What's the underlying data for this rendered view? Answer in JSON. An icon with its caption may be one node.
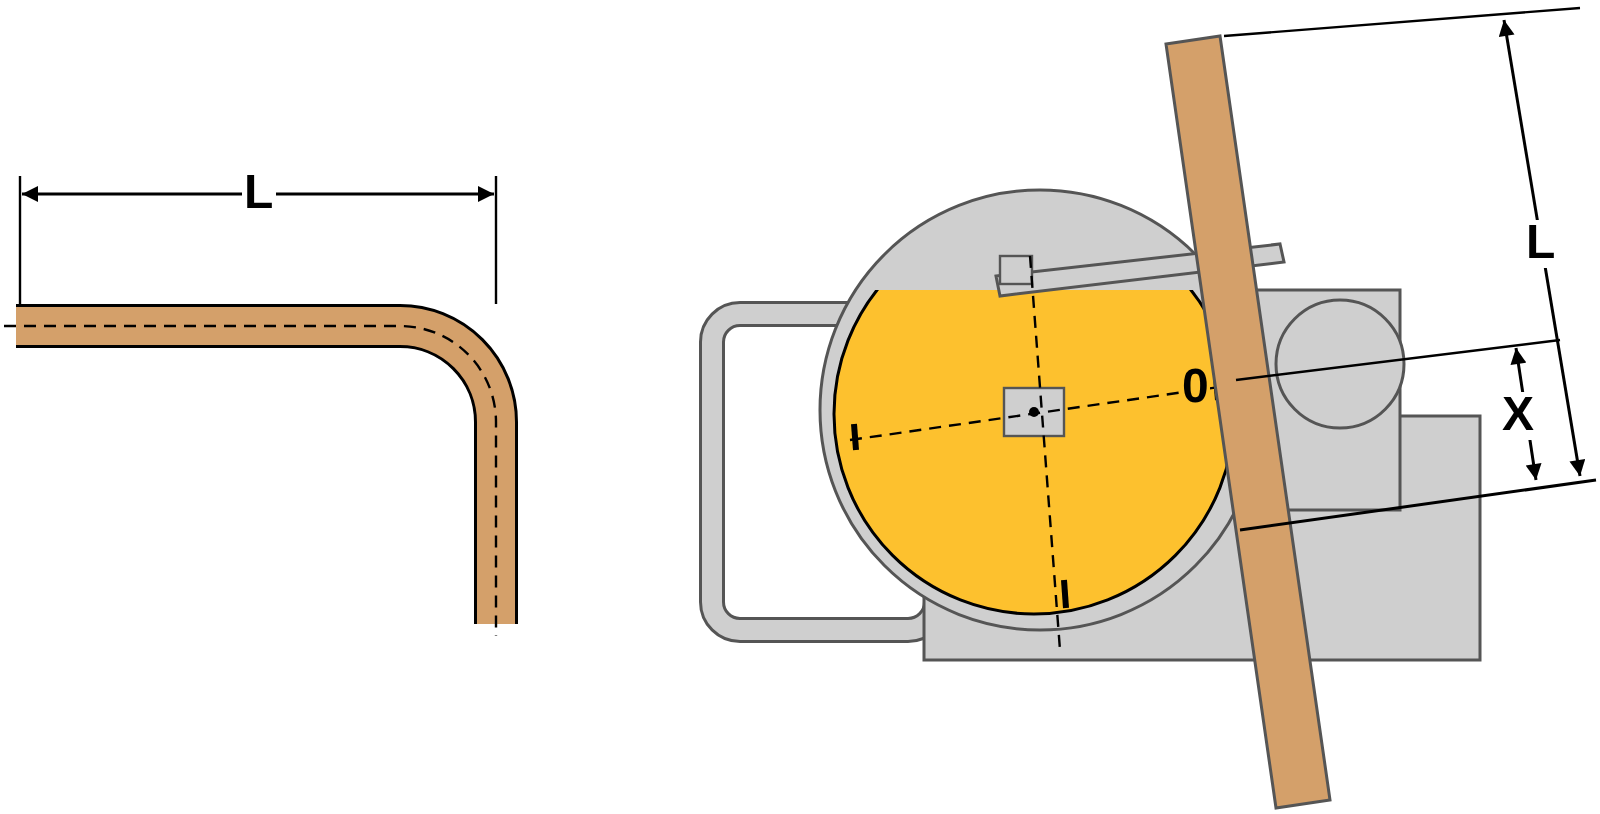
{
  "diagram": {
    "labels": [
      "L",
      "L",
      "0",
      "X"
    ]
  }
}
